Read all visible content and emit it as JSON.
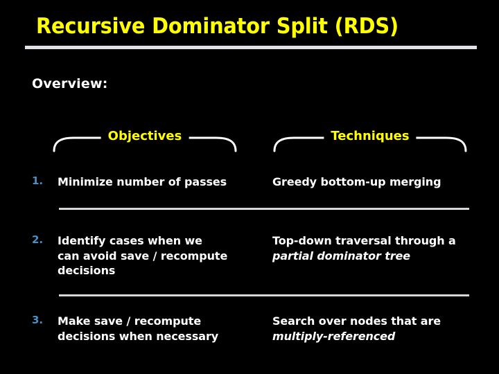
{
  "slide": {
    "title": "Recursive Dominator Split (RDS)",
    "overview_label": "Overview:",
    "colors": {
      "background": "#000000",
      "title": "#ffff00",
      "heading": "#ffff00",
      "body_text": "#ffffff",
      "number": "#4a90c8",
      "rule": "#e2e2e6"
    },
    "columns": [
      {
        "key": "objectives",
        "label": "Objectives"
      },
      {
        "key": "techniques",
        "label": "Techniques"
      }
    ],
    "rows": [
      {
        "number": "1.",
        "objectives": {
          "lines": [
            {
              "text": "Minimize number of passes",
              "italic": false
            }
          ]
        },
        "techniques": {
          "lines": [
            {
              "text": "Greedy bottom-up merging",
              "italic": false
            }
          ]
        }
      },
      {
        "number": "2.",
        "objectives": {
          "lines": [
            {
              "text": "Identify cases when we",
              "italic": false
            },
            {
              "text": "can avoid save / recompute",
              "italic": false
            },
            {
              "text": "decisions",
              "italic": false
            }
          ]
        },
        "techniques": {
          "lines": [
            {
              "text": "Top-down traversal through a",
              "italic": false
            },
            {
              "text": "partial dominator tree",
              "italic": true
            }
          ]
        }
      },
      {
        "number": "3.",
        "objectives": {
          "lines": [
            {
              "text": "Make save / recompute",
              "italic": false
            },
            {
              "text": "decisions when necessary",
              "italic": false
            }
          ]
        },
        "techniques": {
          "lines": [
            {
              "text": "Search over nodes that are",
              "italic": false
            },
            {
              "text": "multiply-referenced",
              "italic": true
            }
          ]
        }
      }
    ]
  }
}
